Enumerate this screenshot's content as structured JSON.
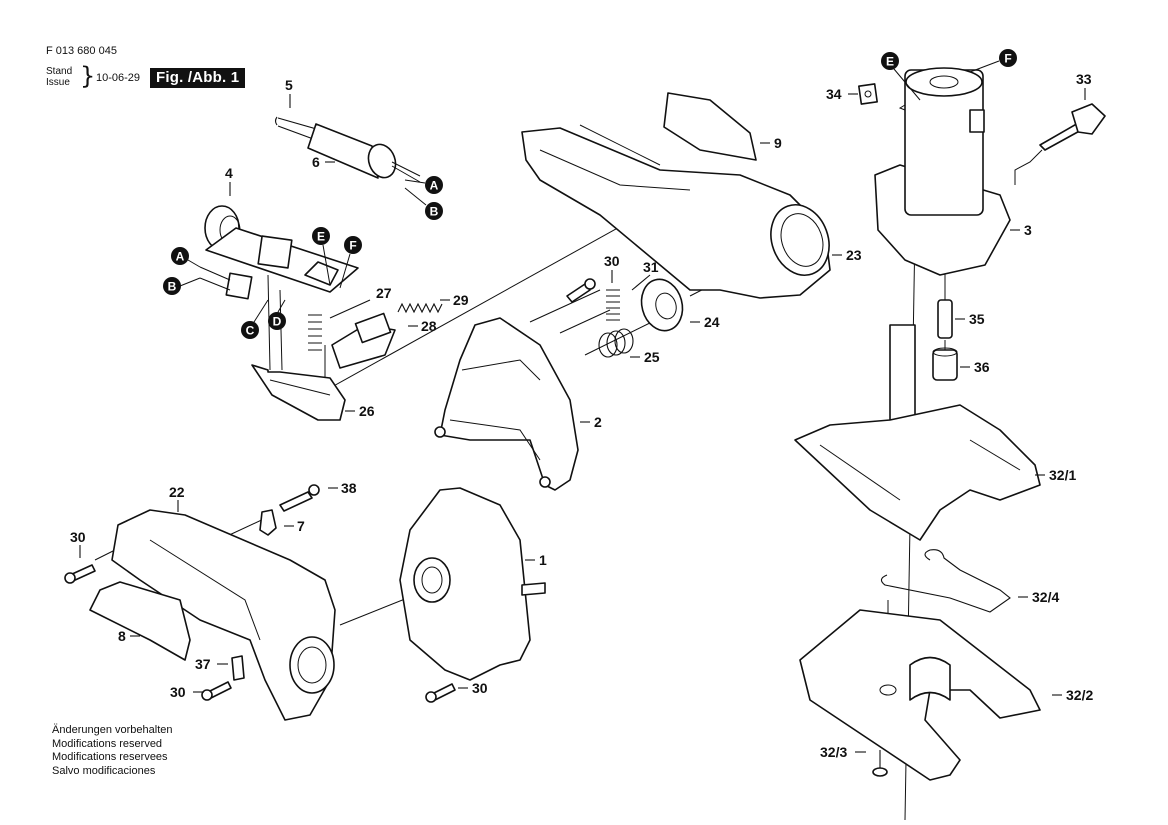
{
  "header": {
    "part_number": "F 013 680 045",
    "issue_label_de": "Stand",
    "issue_label_en": "Issue",
    "issue_date": "10-06-29",
    "figure_label": "Fig. /Abb. 1"
  },
  "notes": [
    "Änderungen vorbehalten",
    "Modifications reserved",
    "Modifications reservees",
    "Salvo modificaciones"
  ],
  "part_labels": {
    "p1": "1",
    "p2": "2",
    "p3": "3",
    "p4": "4",
    "p5": "5",
    "p6": "6",
    "p7": "7",
    "p8": "8",
    "p9": "9",
    "p22": "22",
    "p23": "23",
    "p24": "24",
    "p25": "25",
    "p26": "26",
    "p27": "27",
    "p28": "28",
    "p29": "29",
    "p30a": "30",
    "p30b": "30",
    "p30c": "30",
    "p30d": "30",
    "p31": "31",
    "p33": "33",
    "p34": "34",
    "p35": "35",
    "p36": "36",
    "p37": "37",
    "p38": "38",
    "p32_1": "32/1",
    "p32_2": "32/2",
    "p32_3": "32/3",
    "p32_4": "32/4"
  },
  "connectors": {
    "cable_A": "A",
    "cable_B": "B",
    "board_A": "A",
    "board_B": "B",
    "board_C": "C",
    "board_D": "D",
    "board_E": "E",
    "board_F": "F",
    "motor_E": "E",
    "motor_F": "F"
  }
}
